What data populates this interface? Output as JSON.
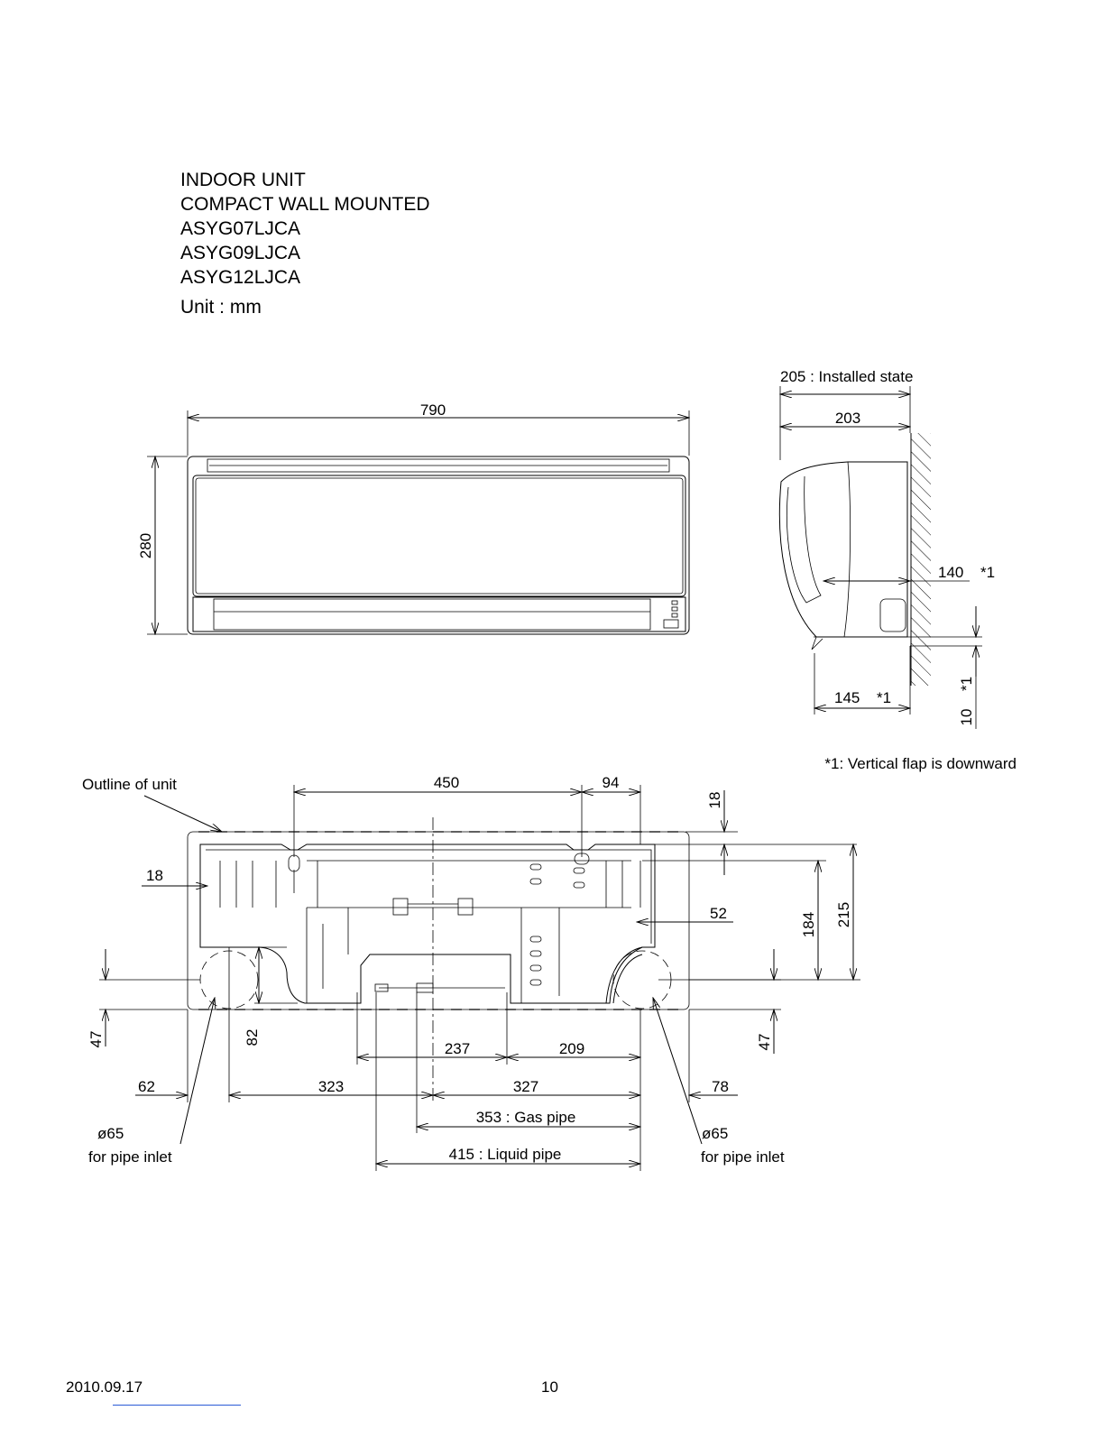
{
  "header": {
    "lines": [
      "INDOOR UNIT",
      "COMPACT WALL MOUNTED",
      "ASYG07LJCA",
      "ASYG09LJCA",
      "ASYG12LJCA"
    ],
    "unit": "Unit : mm"
  },
  "front_view": {
    "width": "790",
    "height": "280"
  },
  "side_view": {
    "installed": "205 : Installed state",
    "depth": "203",
    "d140": "140",
    "d140_note": "*1",
    "d145": "145",
    "d145_note": "*1",
    "d10": "10",
    "d10_note": "*1",
    "footnote": "*1: Vertical flap is downward"
  },
  "plate_view": {
    "outline_label": "Outline of unit",
    "d450": "450",
    "d94": "94",
    "d18_top": "18",
    "d18_left": "18",
    "d52": "52",
    "d184": "184",
    "d215": "215",
    "d47_left": "47",
    "d82": "82",
    "d47_right": "47",
    "d237": "237",
    "d209": "209",
    "d62": "62",
    "d323": "323",
    "d327": "327",
    "d78": "78",
    "gas": "353 : Gas pipe",
    "liquid": "415 : Liquid pipe",
    "phi_left": "ø65",
    "phi_left_sub": "for pipe inlet",
    "phi_right": "ø65",
    "phi_right_sub": "for pipe inlet"
  },
  "footer": {
    "date": "2010.09.17",
    "page": "10"
  }
}
